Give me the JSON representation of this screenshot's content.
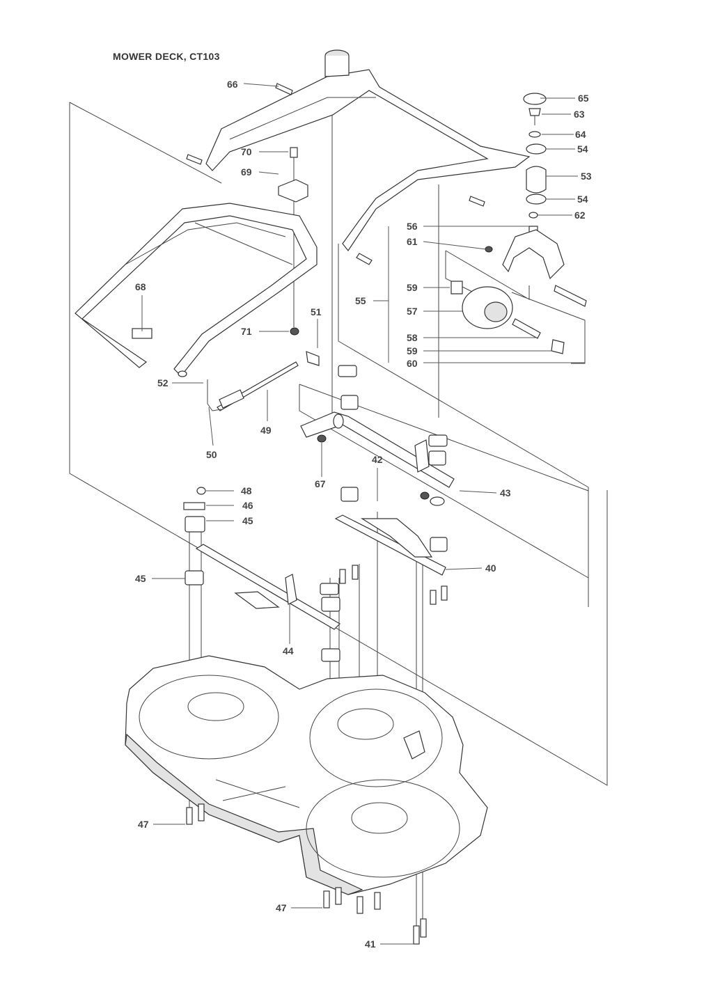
{
  "title": "MOWER DECK, CT103",
  "callouts": {
    "c40": "40",
    "c41": "41",
    "c42": "42",
    "c43": "43",
    "c44": "44",
    "c45a": "45",
    "c45b": "45",
    "c46": "46",
    "c47a": "47",
    "c47b": "47",
    "c48": "48",
    "c49": "49",
    "c50": "50",
    "c51": "51",
    "c52": "52",
    "c53": "53",
    "c54a": "54",
    "c54b": "54",
    "c55": "55",
    "c56": "56",
    "c57": "57",
    "c58": "58",
    "c59a": "59",
    "c59b": "59",
    "c60": "60",
    "c61": "61",
    "c62": "62",
    "c63": "63",
    "c64": "64",
    "c65": "65",
    "c66": "66",
    "c67": "67",
    "c68": "68",
    "c69": "69",
    "c70": "70",
    "c71": "71"
  }
}
